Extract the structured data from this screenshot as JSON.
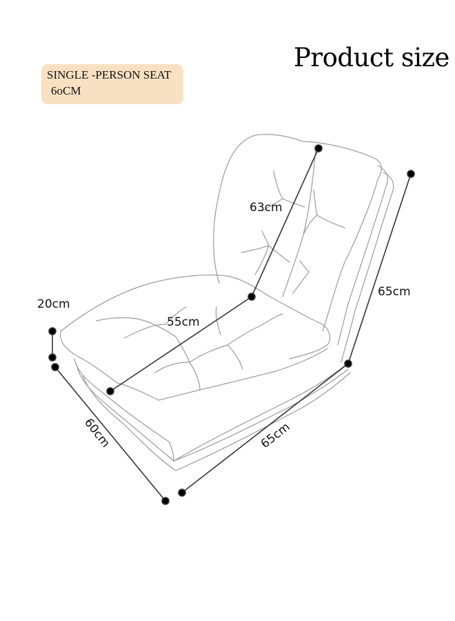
{
  "title": "Product size",
  "badge": {
    "line1": "SINGLE -PERSON SEAT",
    "line2": "6oCM",
    "background": "#f8e1c2"
  },
  "dimensions": {
    "backrest_length": "63cm",
    "seat_depth": "55cm",
    "cushion_height": "20cm",
    "width": "60cm",
    "base_length": "65cm",
    "back_height": "65cm"
  }
}
